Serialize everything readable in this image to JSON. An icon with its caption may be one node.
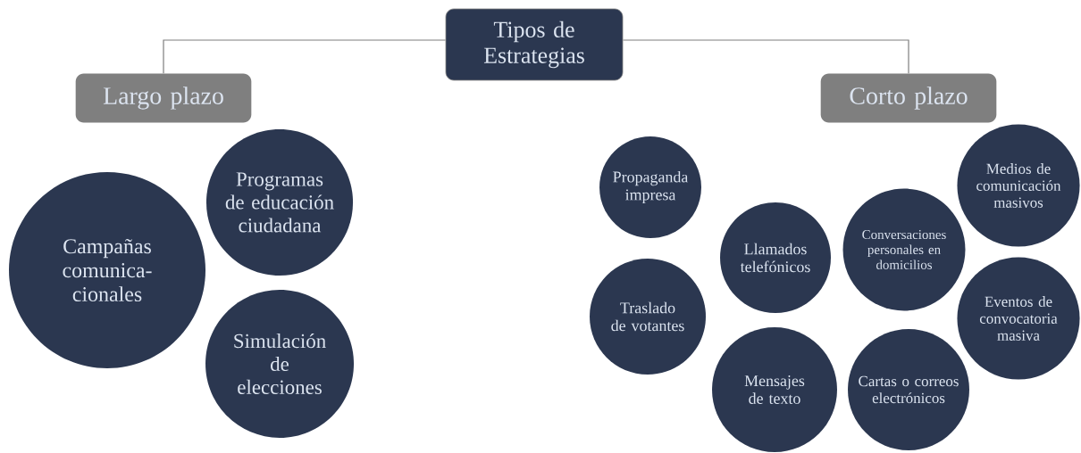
{
  "diagram": {
    "nodes": [
      {
        "text": [
          "Tipos de Estrategias"
        ]
      },
      {
        "text": [
          "Largo plazo"
        ]
      },
      {
        "text": [
          "Corto plazo"
        ]
      },
      {
        "text": [
          "Campañas comunica- cionales"
        ]
      },
      {
        "text": [
          "Programas de educación ciudadana"
        ]
      },
      {
        "text": [
          "Simulación de elecciones"
        ]
      },
      {
        "text": [
          "Propaganda impresa"
        ]
      },
      {
        "text": [
          "Traslado de votantes"
        ]
      },
      {
        "text": [
          "Llamados telefónicos"
        ]
      },
      {
        "text": [
          "Mensajes de texto"
        ]
      },
      {
        "text": [
          "Conversaciones personales en domicilios"
        ]
      },
      {
        "text": [
          "Cartas o correos electrónicos"
        ]
      },
      {
        "text": [
          "Medios de comunicación masivos"
        ]
      },
      {
        "text": [
          "Eventos de convocatoria masiva"
        ]
      }
    ],
    "edges": [
      {
        "from": 0,
        "to": 1,
        "arrow": "none"
      },
      {
        "from": 0,
        "to": 2,
        "arrow": "none"
      }
    ]
  }
}
